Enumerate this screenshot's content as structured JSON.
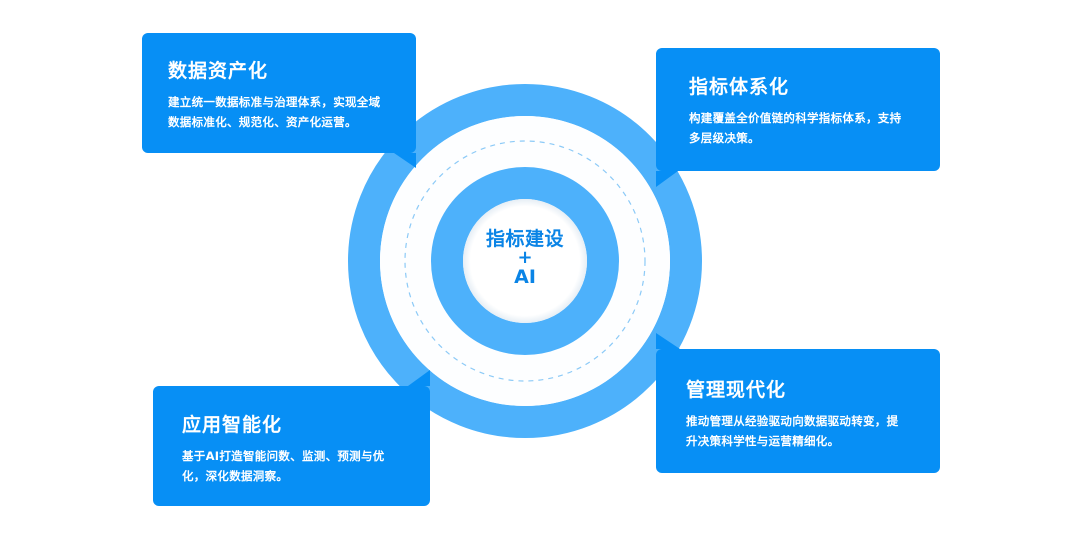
{
  "colors": {
    "card_bg": "#078ff5",
    "ring": "#4db1fb",
    "ring_fold": "#2b9cf8",
    "center_text": "#0a84e6",
    "dashed": "#8ccaf7",
    "background": "#ffffff"
  },
  "center": {
    "line1": "指标建设",
    "line2": "+",
    "line3": "AI"
  },
  "cards": [
    {
      "id": "top-left",
      "title": "数据资产化",
      "desc_line1": "建立统一数据标准与治理体系，实现全域",
      "desc_line2": "数据标准化、规范化、资产化运营。"
    },
    {
      "id": "top-right",
      "title": "指标体系化",
      "desc_line1": "构建覆盖全价值链的科学指标体系，支持",
      "desc_line2": "多层级决策。"
    },
    {
      "id": "bottom-left",
      "title": "应用智能化",
      "desc_line1": "基于AI打造智能问数、监测、预测与优",
      "desc_line2": "化，深化数据洞察。"
    },
    {
      "id": "bottom-right",
      "title": "管理现代化",
      "desc_line1": "推动管理从经验驱动向数据驱动转变，提",
      "desc_line2": "升决策科学性与运营精细化。"
    }
  ]
}
